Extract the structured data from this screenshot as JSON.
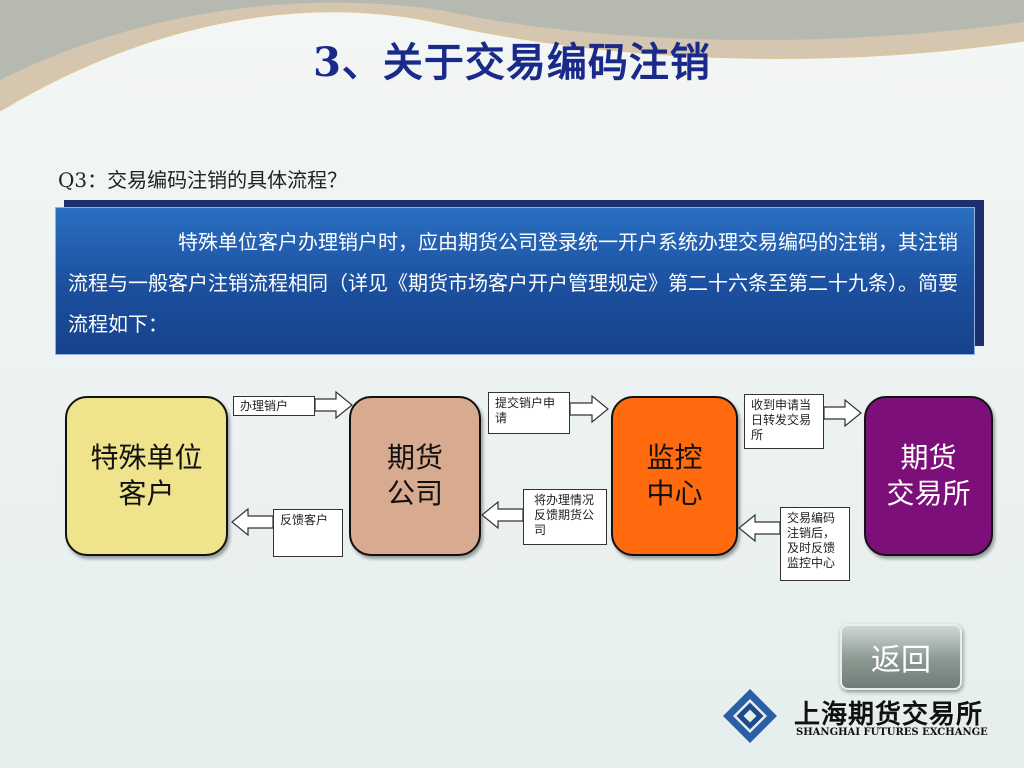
{
  "title": "3、关于交易编码注销",
  "question": "Q3：交易编码注销的具体流程？",
  "description": "特殊单位客户办理销户时，应由期货公司登录统一开户系统办理交易编码的注销，其注销流程与一般客户注销流程相同（详见《期货市场客户开户管理规定》第二十六条至第二十九条）。简要流程如下：",
  "nodes": [
    {
      "line1": "特殊单位",
      "line2": "客户",
      "color": "#efe38c"
    },
    {
      "line1": "期货",
      "line2": "公司",
      "color": "#d8aa90"
    },
    {
      "line1": "监控",
      "line2": "中心",
      "color": "#ff6a0e"
    },
    {
      "line1": "期货",
      "line2": "交易所",
      "color": "#7c0f7a"
    }
  ],
  "labels": {
    "apply_close": "办理销户",
    "submit_request": "提交销户申请",
    "forward": "收到申请当日转发交易所",
    "exchange_feedback": "交易编码注销后，及时反馈监控中心",
    "monitor_feedback": "将办理情况反馈期货公司",
    "client_feedback": "反馈客户"
  },
  "back_button": "返回",
  "logo": {
    "name_cn": "上海期货交易所",
    "name_en": "SHANGHAI FUTURES EXCHANGE",
    "icon": "sfe-logo-icon"
  }
}
